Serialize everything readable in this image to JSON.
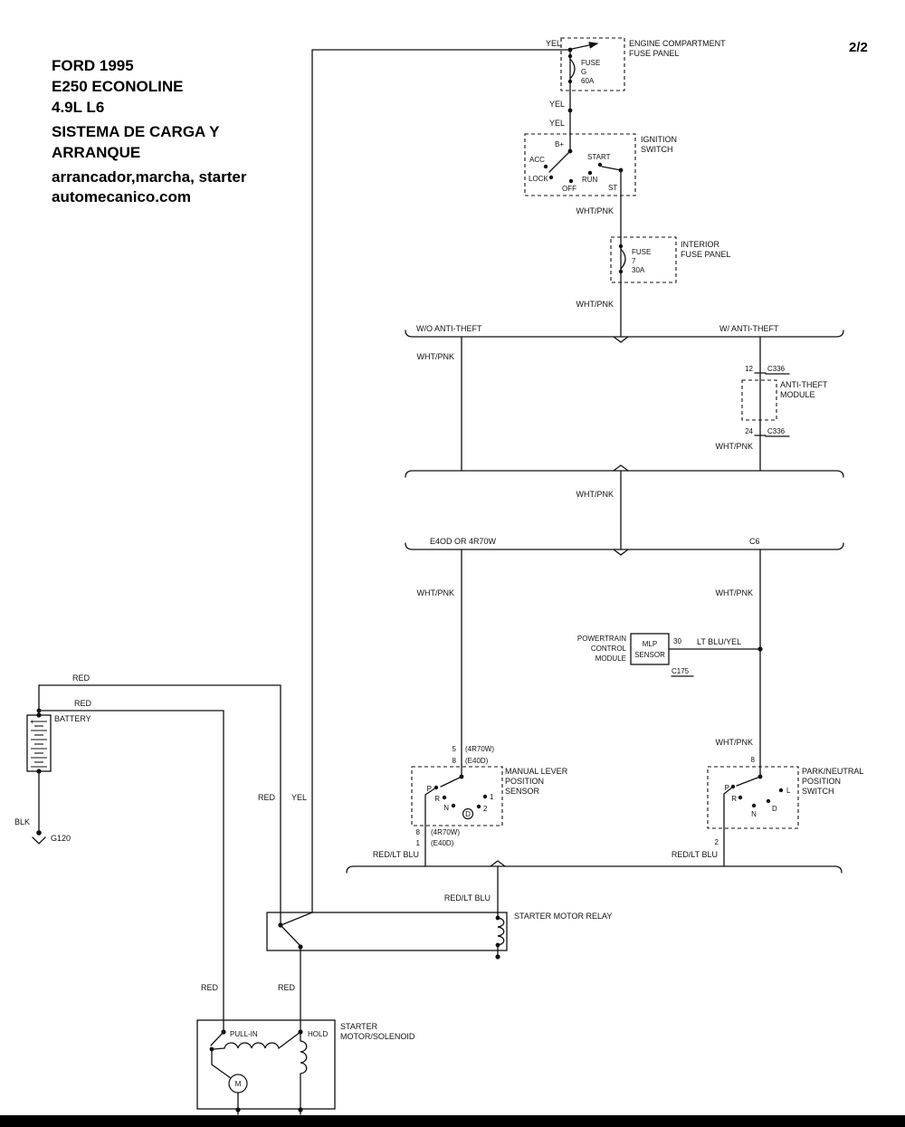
{
  "page": {
    "number": "2/2"
  },
  "title_block": {
    "l1": "FORD 1995",
    "l2": "E250 ECONOLINE",
    "l3": "4.9L L6",
    "l4": "SISTEMA DE CARGA Y",
    "l5": "ARRANQUE",
    "l6": "arrancador,marcha, starter",
    "l7": "automecanico.com"
  },
  "wire_labels": {
    "yel": "YEL",
    "wht_pnk": "WHT/PNK",
    "red": "RED",
    "blk": "BLK",
    "red_lt_blu": "RED/LT BLU",
    "lt_blu_yel": "LT BLU/YEL"
  },
  "branch_labels": {
    "wo_anti_theft": "W/O ANTI-THEFT",
    "w_anti_theft": "W/ ANTI-THEFT",
    "e4od_4r70w": "E4OD OR 4R70W",
    "c6": "C6"
  },
  "engine_fuse_panel": {
    "name_l1": "ENGINE COMPARTMENT",
    "name_l2": "FUSE PANEL",
    "fuse": "FUSE",
    "id": "G",
    "rating": "60A"
  },
  "ignition_switch": {
    "name_l1": "IGNITION",
    "name_l2": "SWITCH",
    "b_plus": "B+",
    "acc": "ACC",
    "lock": "LOCK",
    "off": "OFF",
    "run": "RUN",
    "start": "START",
    "st": "ST"
  },
  "interior_fuse_panel": {
    "name_l1": "INTERIOR",
    "name_l2": "FUSE PANEL",
    "fuse": "FUSE",
    "id": "7",
    "rating": "30A"
  },
  "anti_theft_module": {
    "name_l1": "ANTI-THEFT",
    "name_l2": "MODULE",
    "pin_in": "12",
    "conn_in": "C336",
    "pin_out": "24",
    "conn_out": "C336"
  },
  "pcm": {
    "name_l1": "POWERTRAIN",
    "name_l2": "CONTROL",
    "name_l3": "MODULE",
    "mlp": "MLP",
    "sensor": "SENSOR",
    "pin": "30",
    "conn": "C175"
  },
  "mlp_sensor": {
    "name_l1": "MANUAL LEVER",
    "name_l2": "POSITION",
    "name_l3": "SENSOR",
    "pin_top_a": "5",
    "pin_top_a_note": "(4R70W)",
    "pin_top_b": "8",
    "pin_top_b_note": "(E40D)",
    "pin_bot_a": "8",
    "pin_bot_a_note": "(4R70W)",
    "pin_bot_b": "1",
    "pin_bot_b_note": "(E40D)",
    "p": "P",
    "r": "R",
    "n": "N",
    "d": "D",
    "one": "1",
    "two": "2"
  },
  "pn_switch": {
    "name_l1": "PARK/NEUTRAL",
    "name_l2": "POSITION",
    "name_l3": "SWITCH",
    "pin_in": "8",
    "pin_out": "2",
    "p": "P",
    "r": "R",
    "n": "N",
    "d": "D",
    "l": "L"
  },
  "starter_relay": {
    "name": "STARTER MOTOR RELAY"
  },
  "starter_solenoid": {
    "name_l1": "STARTER",
    "name_l2": "MOTOR/SOLENOID",
    "pull_in": "PULL-IN",
    "hold": "HOLD",
    "motor": "M"
  },
  "battery": {
    "name": "BATTERY",
    "plus": "+",
    "ground_id": "G120"
  }
}
